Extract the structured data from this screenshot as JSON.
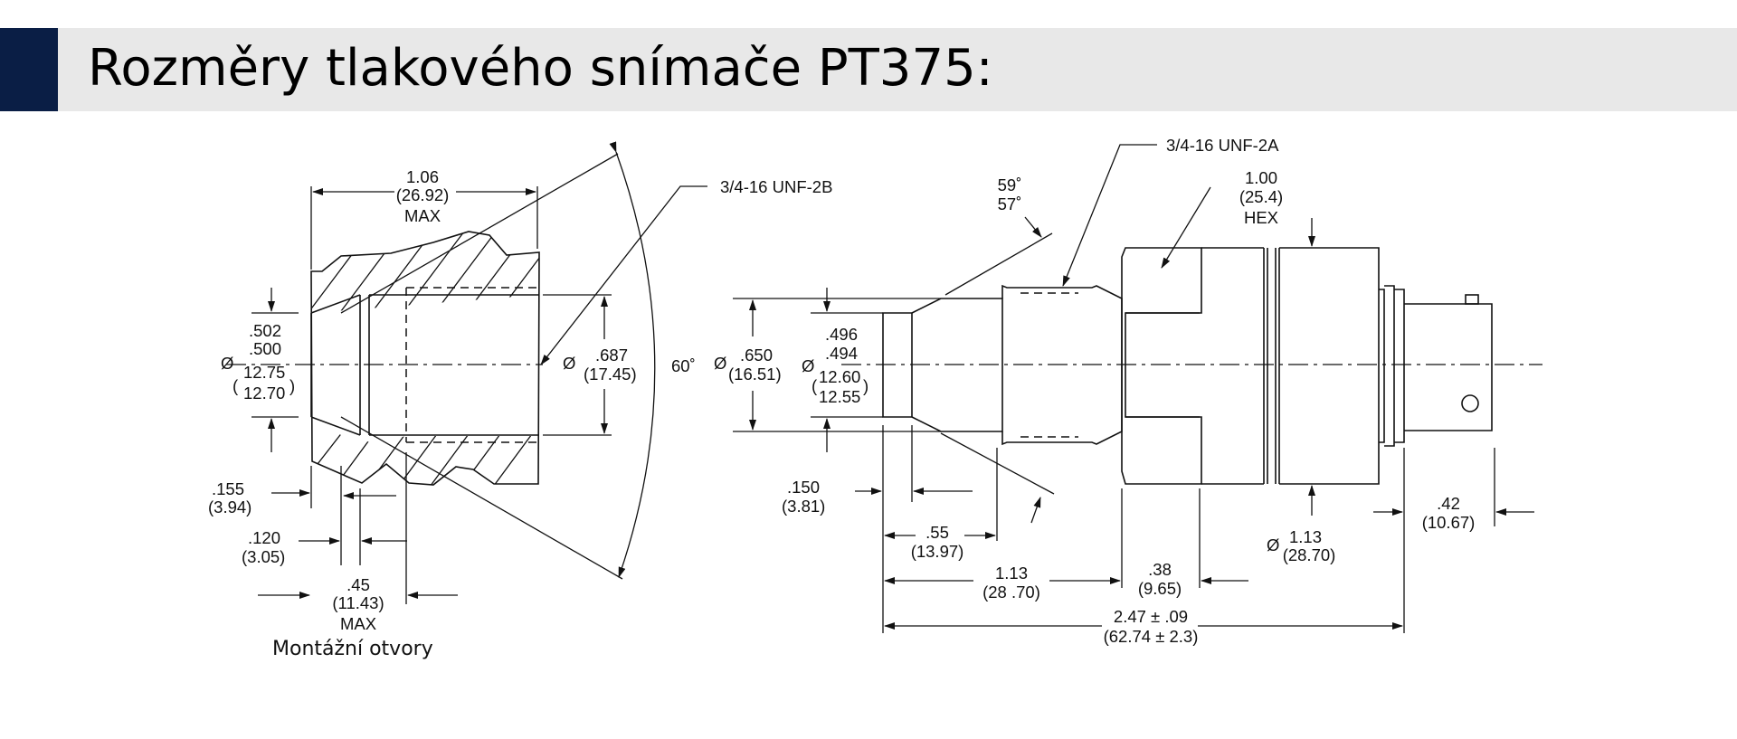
{
  "title": "Rozměry tlakového snímače PT375:",
  "caption": "Montážní otvory",
  "port": {
    "thread": "3/4-16 UNF-2B",
    "width": [
      "1.06",
      "(26.92)",
      "MAX"
    ],
    "bore_label": "Ø",
    "bore_in": [
      ".502",
      ".500"
    ],
    "bore_mm": [
      "12.75",
      "12.70"
    ],
    "thread_dia_label": "Ø",
    "thread_dia": [
      ".687",
      "(17.45)"
    ],
    "angle": "60˚",
    "d155": [
      ".155",
      "(3.94)"
    ],
    "d120": [
      ".120",
      "(3.05)"
    ],
    "d45": [
      ".45",
      "(11.43)",
      "MAX"
    ]
  },
  "sensor": {
    "thread": "3/4-16 UNF-2A",
    "hex": [
      "1.00",
      "(25.4)",
      "HEX"
    ],
    "angle": [
      "59˚",
      "57˚"
    ],
    "dia650_label": "Ø",
    "dia650": [
      ".650",
      "(16.51)"
    ],
    "tip_label": "Ø",
    "tip_in": [
      ".496",
      ".494"
    ],
    "tip_mm": [
      "12.60",
      "12.55"
    ],
    "d150": [
      ".150",
      "(3.81)"
    ],
    "d55": [
      ".55",
      "(13.97)"
    ],
    "d113": [
      "1.13",
      "(28 .70)"
    ],
    "d38": [
      ".38",
      "(9.65)"
    ],
    "body_label": "Ø",
    "body": [
      "1.13",
      "(28.70)"
    ],
    "d42": [
      ".42",
      "(10.67)"
    ],
    "total": [
      "2.47 ± .09",
      "(62.74 ± 2.3)"
    ]
  }
}
